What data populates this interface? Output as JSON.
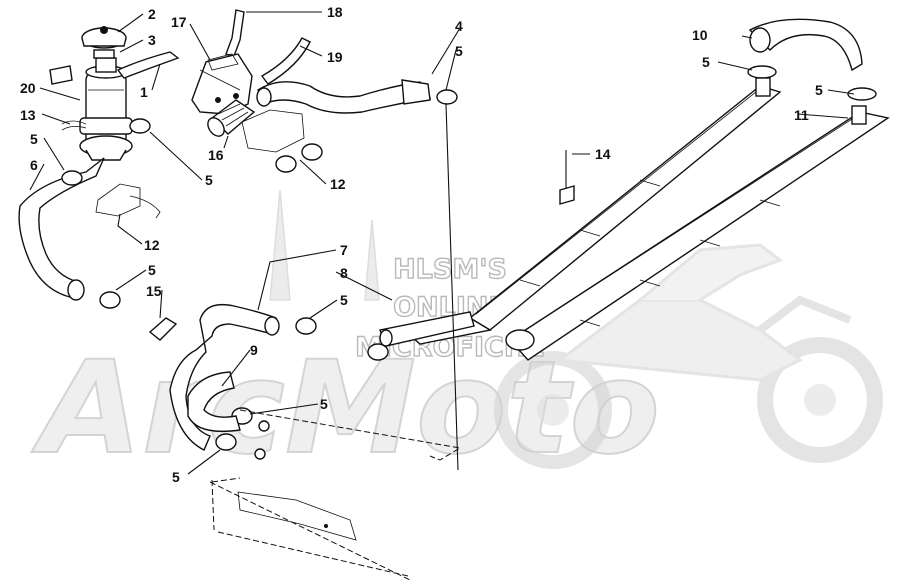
{
  "watermark": {
    "line1": "HLSM'S",
    "line2": "ONLINE",
    "line3": "MICROFICHE",
    "brand": "ArcMoto"
  },
  "callouts": [
    {
      "id": "c1",
      "text": "1"
    },
    {
      "id": "c2",
      "text": "2"
    },
    {
      "id": "c3",
      "text": "3"
    },
    {
      "id": "c4",
      "text": "4"
    },
    {
      "id": "c5a",
      "text": "5"
    },
    {
      "id": "c5b",
      "text": "5"
    },
    {
      "id": "c5c",
      "text": "5"
    },
    {
      "id": "c5d",
      "text": "5"
    },
    {
      "id": "c5e",
      "text": "5"
    },
    {
      "id": "c5f",
      "text": "5"
    },
    {
      "id": "c5g",
      "text": "5"
    },
    {
      "id": "c5h",
      "text": "5"
    },
    {
      "id": "c5i",
      "text": "5"
    },
    {
      "id": "c5j",
      "text": "5"
    },
    {
      "id": "c6",
      "text": "6"
    },
    {
      "id": "c7",
      "text": "7"
    },
    {
      "id": "c8",
      "text": "8"
    },
    {
      "id": "c9",
      "text": "9"
    },
    {
      "id": "c10",
      "text": "10"
    },
    {
      "id": "c11",
      "text": "11"
    },
    {
      "id": "c12a",
      "text": "12"
    },
    {
      "id": "c12b",
      "text": "12"
    },
    {
      "id": "c13",
      "text": "13"
    },
    {
      "id": "c14",
      "text": "14"
    },
    {
      "id": "c15",
      "text": "15"
    },
    {
      "id": "c16",
      "text": "16"
    },
    {
      "id": "c17",
      "text": "17"
    },
    {
      "id": "c18",
      "text": "18"
    },
    {
      "id": "c19",
      "text": "19"
    },
    {
      "id": "c20",
      "text": "20"
    }
  ]
}
